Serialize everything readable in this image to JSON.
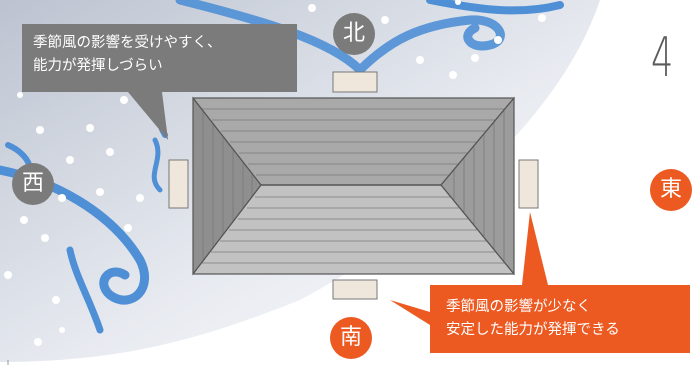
{
  "directions": {
    "north": "北",
    "west": "西",
    "east": "東",
    "south": "南"
  },
  "callouts": {
    "north_west": "季節風の影響を受けやすく、\n能力が発揮しづらい",
    "south_east": "季節風の影響が少なく\n安定した能力が発揮できる"
  },
  "page_number": "4",
  "colors": {
    "gray_circle": "#7b7b7b",
    "orange_accent": "#ec5a22",
    "wind_ribbon": "#4f8fd6",
    "roof": "#9a9a9a",
    "panel": "#efe7dc"
  },
  "icons": {
    "background": "snow-wind-icon",
    "roof": "hip-roof-icon"
  }
}
